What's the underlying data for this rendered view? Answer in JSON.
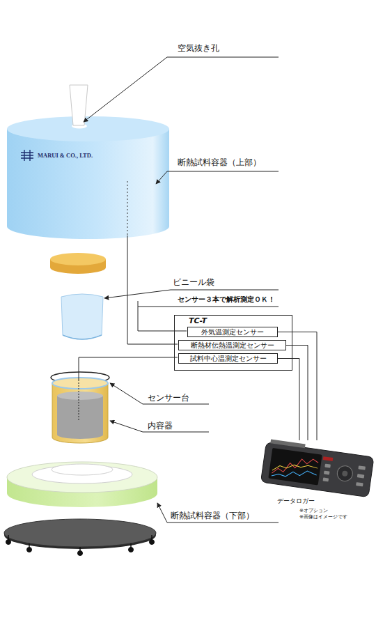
{
  "diagram": {
    "nodes": [
      {
        "text": [
          "TC-T"
        ]
      },
      {
        "text": [
          "外気温測定センサー"
        ],
        "in": 0
      },
      {
        "text": [
          "断熱材伝熱温測定センサー"
        ],
        "in": 0
      },
      {
        "text": [
          "試料中心温測定センサー"
        ],
        "in": 0
      },
      {
        "text": [
          "データロガー",
          "※オプション",
          "※画像はイメージです"
        ]
      }
    ],
    "edges": [
      {
        "from": 1,
        "to": 4,
        "arrow": "none"
      },
      {
        "from": 2,
        "to": 4,
        "arrow": "none"
      },
      {
        "from": 3,
        "to": 4,
        "arrow": "none"
      }
    ],
    "labels": [
      "空気抜き孔",
      "MARUI & CO., LTD.",
      "断熱試料容器（上部）",
      "ビニール袋",
      "センサー３本で解析測定ＯＫ！",
      "センサー台",
      "内容器",
      "断熱試料容器（下部）"
    ]
  }
}
